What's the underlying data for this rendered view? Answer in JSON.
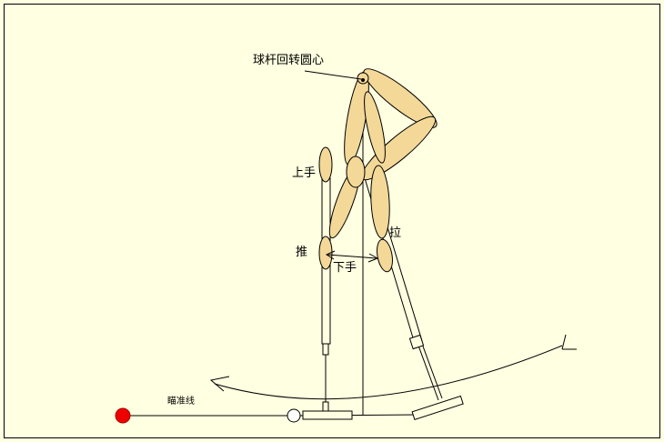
{
  "labels": {
    "pivot": "球杆回转圆心",
    "upper_hand": "上手",
    "pull": "拉",
    "push": "推",
    "lower_hand": "下手",
    "aim_line": "瞄准线"
  },
  "colors": {
    "background": "#ffffe1",
    "body_fill": "#f3d898",
    "ball": "#ee0000",
    "line": "#000000"
  }
}
